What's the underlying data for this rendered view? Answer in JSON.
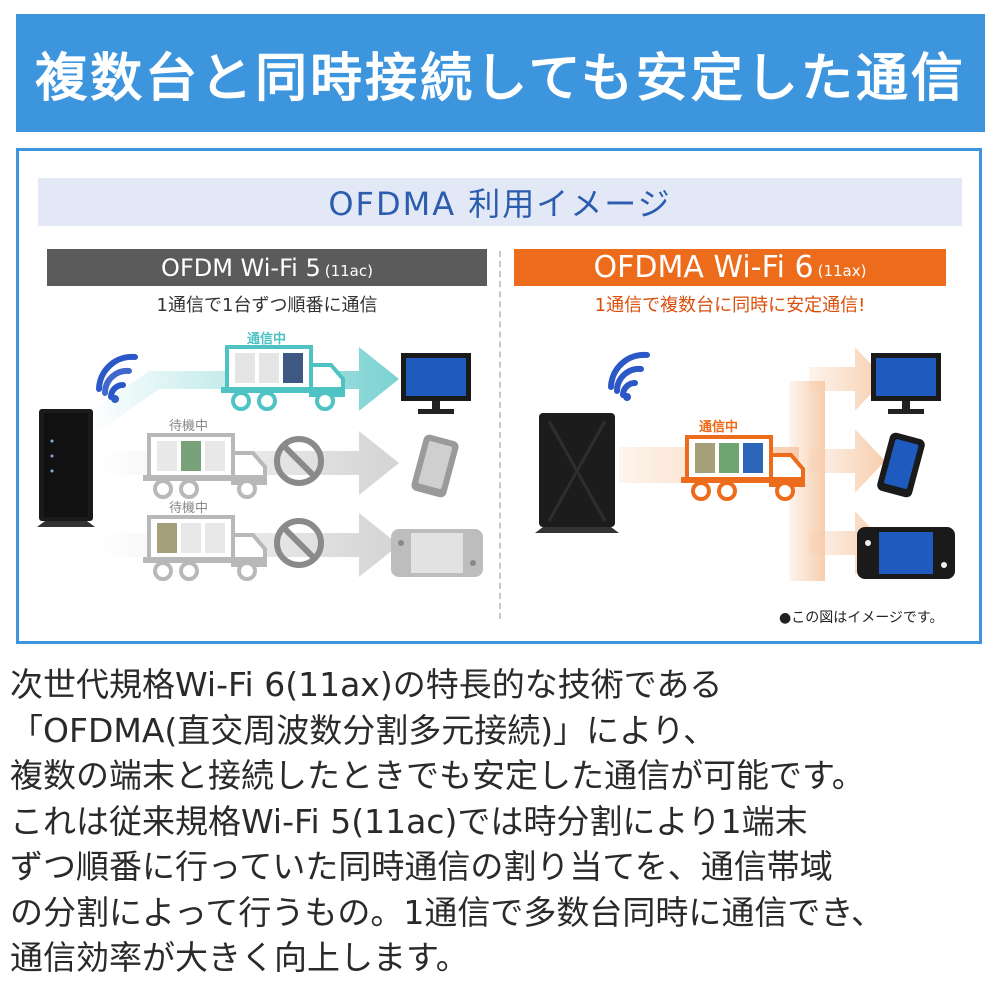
{
  "banner": {
    "title": "複数台と同時接続しても安定した通信"
  },
  "diagram": {
    "title": "OFDMA 利用イメージ",
    "left": {
      "header_main": "OFDM Wi-Fi 5",
      "header_sub": "(11ac)",
      "caption": "1通信で1台ずつ順番に通信",
      "truck_labels": [
        "通信中",
        "待機中",
        "待機中"
      ]
    },
    "right": {
      "header_main": "OFDMA Wi-Fi 6",
      "header_sub": "(11ax)",
      "caption": "1通信で複数台に同時に安定通信!",
      "truck_label": "通信中"
    },
    "note": "●この図はイメージです。",
    "colors": {
      "accent_blue": "#3d95de",
      "orange": "#ec6c1b",
      "teal": "#4fc3c4",
      "gray": "#5b5b5b"
    }
  },
  "paragraph": {
    "lines": [
      "次世代規格Wi-Fi 6(11ax)の特長的な技術である",
      "「OFDMA(直交周波数分割多元接続)」により、",
      "複数の端末と接続したときでも安定した通信が可能です。",
      "これは従来規格Wi-Fi 5(11ac)では時分割により1端末",
      "ずつ順番に行っていた同時通信の割り当てを、通信帯域",
      "の分割によって行うもの。1通信で多数台同時に通信でき、",
      "通信効率が大きく向上します。"
    ]
  }
}
